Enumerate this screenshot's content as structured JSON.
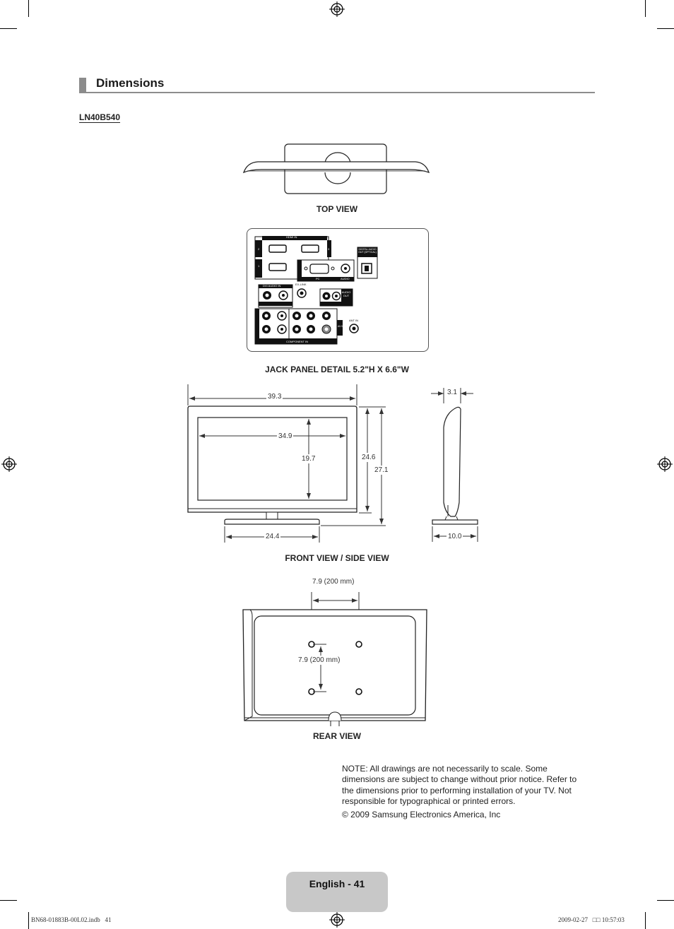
{
  "section": {
    "title": "Dimensions"
  },
  "model": "LN40B540",
  "captions": {
    "top_view": "TOP VIEW",
    "jack_panel": "JACK PANEL DETAIL 5.2\"H X 6.6\"W",
    "front_side_view": "FRONT VIEW / SIDE VIEW",
    "rear_view": "REAR VIEW"
  },
  "dimensions": {
    "overall_width": "39.3",
    "screen_width": "34.9",
    "screen_height": "19.7",
    "body_height": "24.6",
    "total_height": "27.1",
    "stand_width": "24.4",
    "depth_top": "3.1",
    "stand_depth": "10.0",
    "vesa_horizontal": "7.9 (200 mm)",
    "vesa_vertical": "7.9 (200 mm)"
  },
  "jack_panel_labels": {
    "hdmi_in": "HDMI IN",
    "pc": "PC",
    "audio": "AUDIO",
    "digital_audio_out": "DIGITAL AUDIO OUT (OPTICAL)",
    "dvi_audio_in": "DVI AUDIO IN",
    "ex_link": "EX-LINK",
    "audio_out": "AUDIO OUT",
    "ant_in": "ANT IN",
    "component_in": "COMPONENT IN",
    "av_in": "AV IN",
    "port_2": "2",
    "port_3": "3",
    "port_1": "1"
  },
  "note": "NOTE: All drawings are not necessarily to scale. Some dimensions are subject to change without prior notice. Refer to the dimensions prior to performing installation of your TV. Not responsible for typographical or printed errors.",
  "copyright": "© 2009 Samsung Electronics America, Inc",
  "footer": {
    "page_label": "English - 41"
  },
  "print_slug": {
    "file": "BN68-01883B-00L02.indb   41",
    "datetime": "2009-02-27   □□ 10:57:03"
  }
}
